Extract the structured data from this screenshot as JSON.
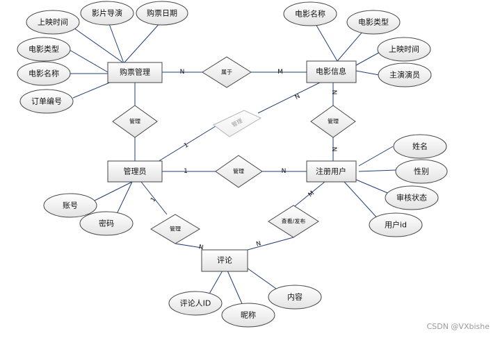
{
  "entities": {
    "ticket_mgmt": "购票管理",
    "movie_info": "电影信息",
    "admin": "管理员",
    "registered_user": "注册用户",
    "comment": "评论"
  },
  "attributes": {
    "ticket_release_time": "上映时间",
    "ticket_director": "影片导演",
    "ticket_date": "购票日期",
    "ticket_movie_type": "电影类型",
    "ticket_movie_name": "电影名称",
    "ticket_order_no": "订单编号",
    "movie_name": "电影名称",
    "movie_type": "电影类型",
    "movie_release_time": "上映时间",
    "movie_lead_actor": "主演演员",
    "user_name": "姓名",
    "user_gender": "性别",
    "user_review_status": "审核状态",
    "user_id": "用户id",
    "admin_account": "账号",
    "admin_password": "密码",
    "comment_reviewer_id": "评论人ID",
    "comment_nickname": "昵称",
    "comment_content": "内容"
  },
  "relationships": {
    "belongs_to": "属于",
    "manage_ticket": "管理",
    "manage_movie_admin": "管理",
    "manage_movie_user": "管理",
    "manage_user": "管理",
    "manage_comment": "管理",
    "view_publish": "查看/发布"
  },
  "cardinalities": {
    "belongs_to_left": "N",
    "belongs_to_right": "M",
    "admin_movie_admin_side": "1",
    "admin_movie_movie_side": "N",
    "movie_user_movie_side": "N",
    "movie_user_user_side": "N",
    "admin_user_admin_side": "1",
    "admin_user_user_side": "N",
    "admin_comment_admin_side": "1",
    "admin_comment_comment_side": "N",
    "user_comment_user_side": "M",
    "user_comment_comment_side": "N"
  },
  "watermark": "CSDN @VXbishe",
  "colors": {
    "line": "#1f3d78",
    "shape_border": "#444444",
    "faded_border": "#b5b5b5",
    "shape_fill_top": "#ffffff",
    "shape_fill_bottom": "#e3e3e3"
  }
}
